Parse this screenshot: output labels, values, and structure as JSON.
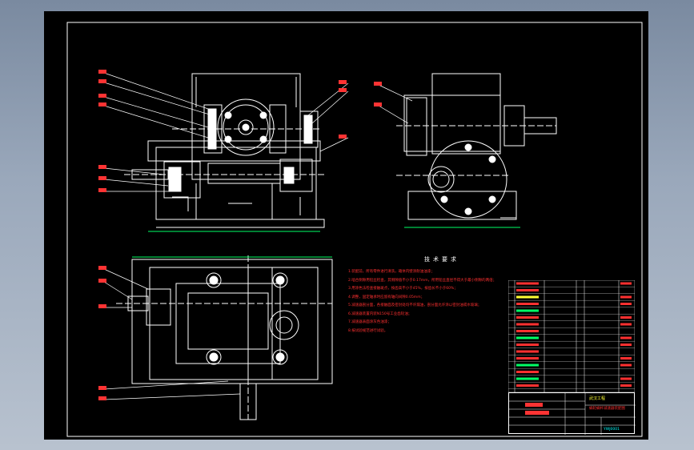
{
  "drawing": {
    "title_cn": "技术要求",
    "requirements": [
      "1.装配前，所有零件进行清洗，箱体内壁涂耐油油漆；",
      "2.啮合侧隙用铅丝检查，其侧隙值不小于0.17mm，所用铅丝直径不得大于最小侧隙的两倍；",
      "3.用涂色法检查接触斑点，按齿高不小于45%，按齿长不小于60%；",
      "4.调整，固定轴承时应留有轴向间隙0.05mm；",
      "5.减速器剖分面，各接触面及密封处均不许漏油，剖分面允许涂以密封油或水玻璃；",
      "6.减速器装置内装N150号工业齿轮油；",
      "7.减速器表面涂灰色油漆；",
      "8.按试验规范进行试验。"
    ],
    "title_block": {
      "school": "武汉工程",
      "drawing_name": "蜗轮蜗杆减速器装配图",
      "code": "YWJ0001"
    },
    "colors": {
      "line_white": "#ffffff",
      "dim_green": "#00ff66",
      "label_red": "#ff3333",
      "text_red": "#ff3030",
      "text_yellow": "#ffff33",
      "cyan": "#00ffff"
    }
  }
}
